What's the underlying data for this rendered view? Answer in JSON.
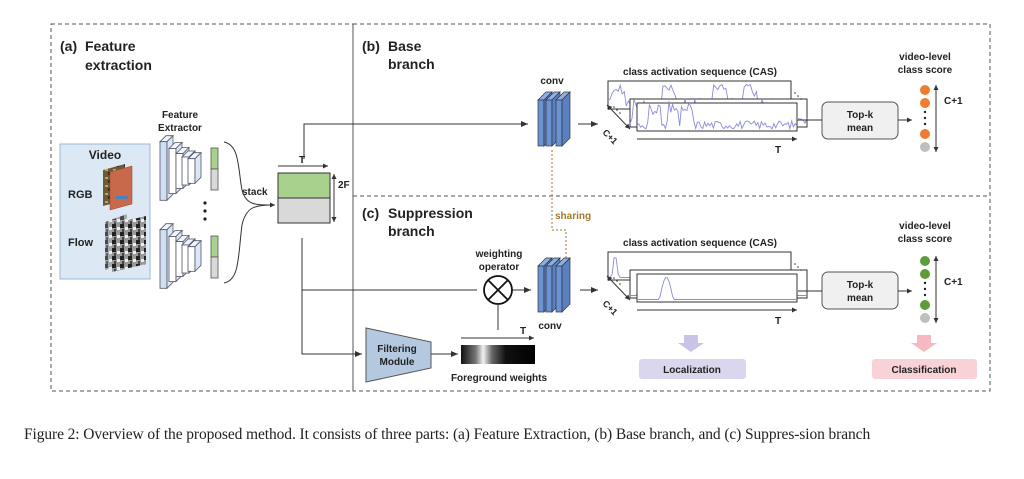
{
  "panels": {
    "a": {
      "tag": "(a)",
      "title_line1": "Feature",
      "title_line2": "extraction"
    },
    "b": {
      "tag": "(b)",
      "title_line1": "Base",
      "title_line2": "branch"
    },
    "c": {
      "tag": "(c)",
      "title_line1": "Suppression",
      "title_line2": "branch"
    }
  },
  "feature_extraction": {
    "video_label": "Video",
    "rgb_label": "RGB",
    "flow_label": "Flow",
    "extractor_line1": "Feature",
    "extractor_line2": "Extractor",
    "stack_label": "stack",
    "t_label": "T",
    "dim_label": "2F"
  },
  "base_branch": {
    "conv_label": "conv",
    "cas_title": "class activation sequence (CAS)",
    "c_plus_1": "C+1",
    "t_label": "T",
    "topk_line1": "Top-k",
    "topk_line2": "mean",
    "score_line1": "video-level",
    "score_line2": "class score",
    "score_dim": "C+1"
  },
  "suppression_branch": {
    "sharing_label": "sharing",
    "weighting_line1": "weighting",
    "weighting_line2": "operator",
    "conv_label": "conv",
    "filter_line1": "Filtering",
    "filter_line2": "Module",
    "fg_weights_label": "Foreground weights",
    "fg_t_label": "T",
    "cas_title": "class activation sequence (CAS)",
    "c_plus_1": "C+1",
    "t_label": "T",
    "topk_line1": "Top-k",
    "topk_line2": "mean",
    "score_line1": "video-level",
    "score_line2": "class score",
    "score_dim": "C+1",
    "localization_label": "Localization",
    "classification_label": "Classification"
  },
  "colors": {
    "feature_green": "#a9d18e",
    "feature_gray": "#d9d9d9",
    "video_bg": "#dce9f5",
    "conv_blue": "#6b93cf",
    "base_score": "#ed7d31",
    "supp_score": "#5d9c3a",
    "bg_score": "#bfbfbf",
    "sharing": "#a07a2a",
    "localization_bg": "#d9d6ee",
    "classification_bg": "#f8d2d6",
    "filter_bg": "#b4c9e0"
  },
  "caption": "Figure 2: Overview of the proposed method. It consists of three parts: (a) Feature Extraction, (b) Base branch, and (c) Suppres-sion branch"
}
